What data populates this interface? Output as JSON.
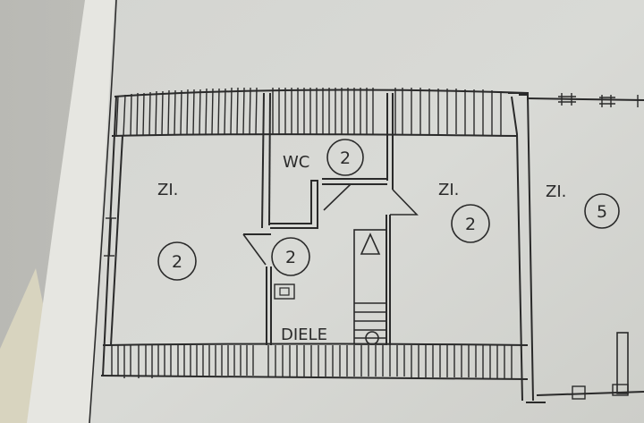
{
  "plan": {
    "rooms": [
      {
        "id": "room-left",
        "label": "ZI.",
        "number": "2"
      },
      {
        "id": "room-wc",
        "label": "WC",
        "number": "2"
      },
      {
        "id": "room-small",
        "label": "",
        "number": "2"
      },
      {
        "id": "room-middle",
        "label": "ZI.",
        "number": "2"
      },
      {
        "id": "room-right",
        "label": "ZI.",
        "number": "5"
      },
      {
        "id": "hall",
        "label": "DIELE",
        "number": ""
      }
    ],
    "colors": {
      "paper": "#d9dad6",
      "paper_shadow": "#c8c9c4",
      "ink": "#2a2a2a",
      "background_sheet": "#e3e1d6"
    }
  }
}
